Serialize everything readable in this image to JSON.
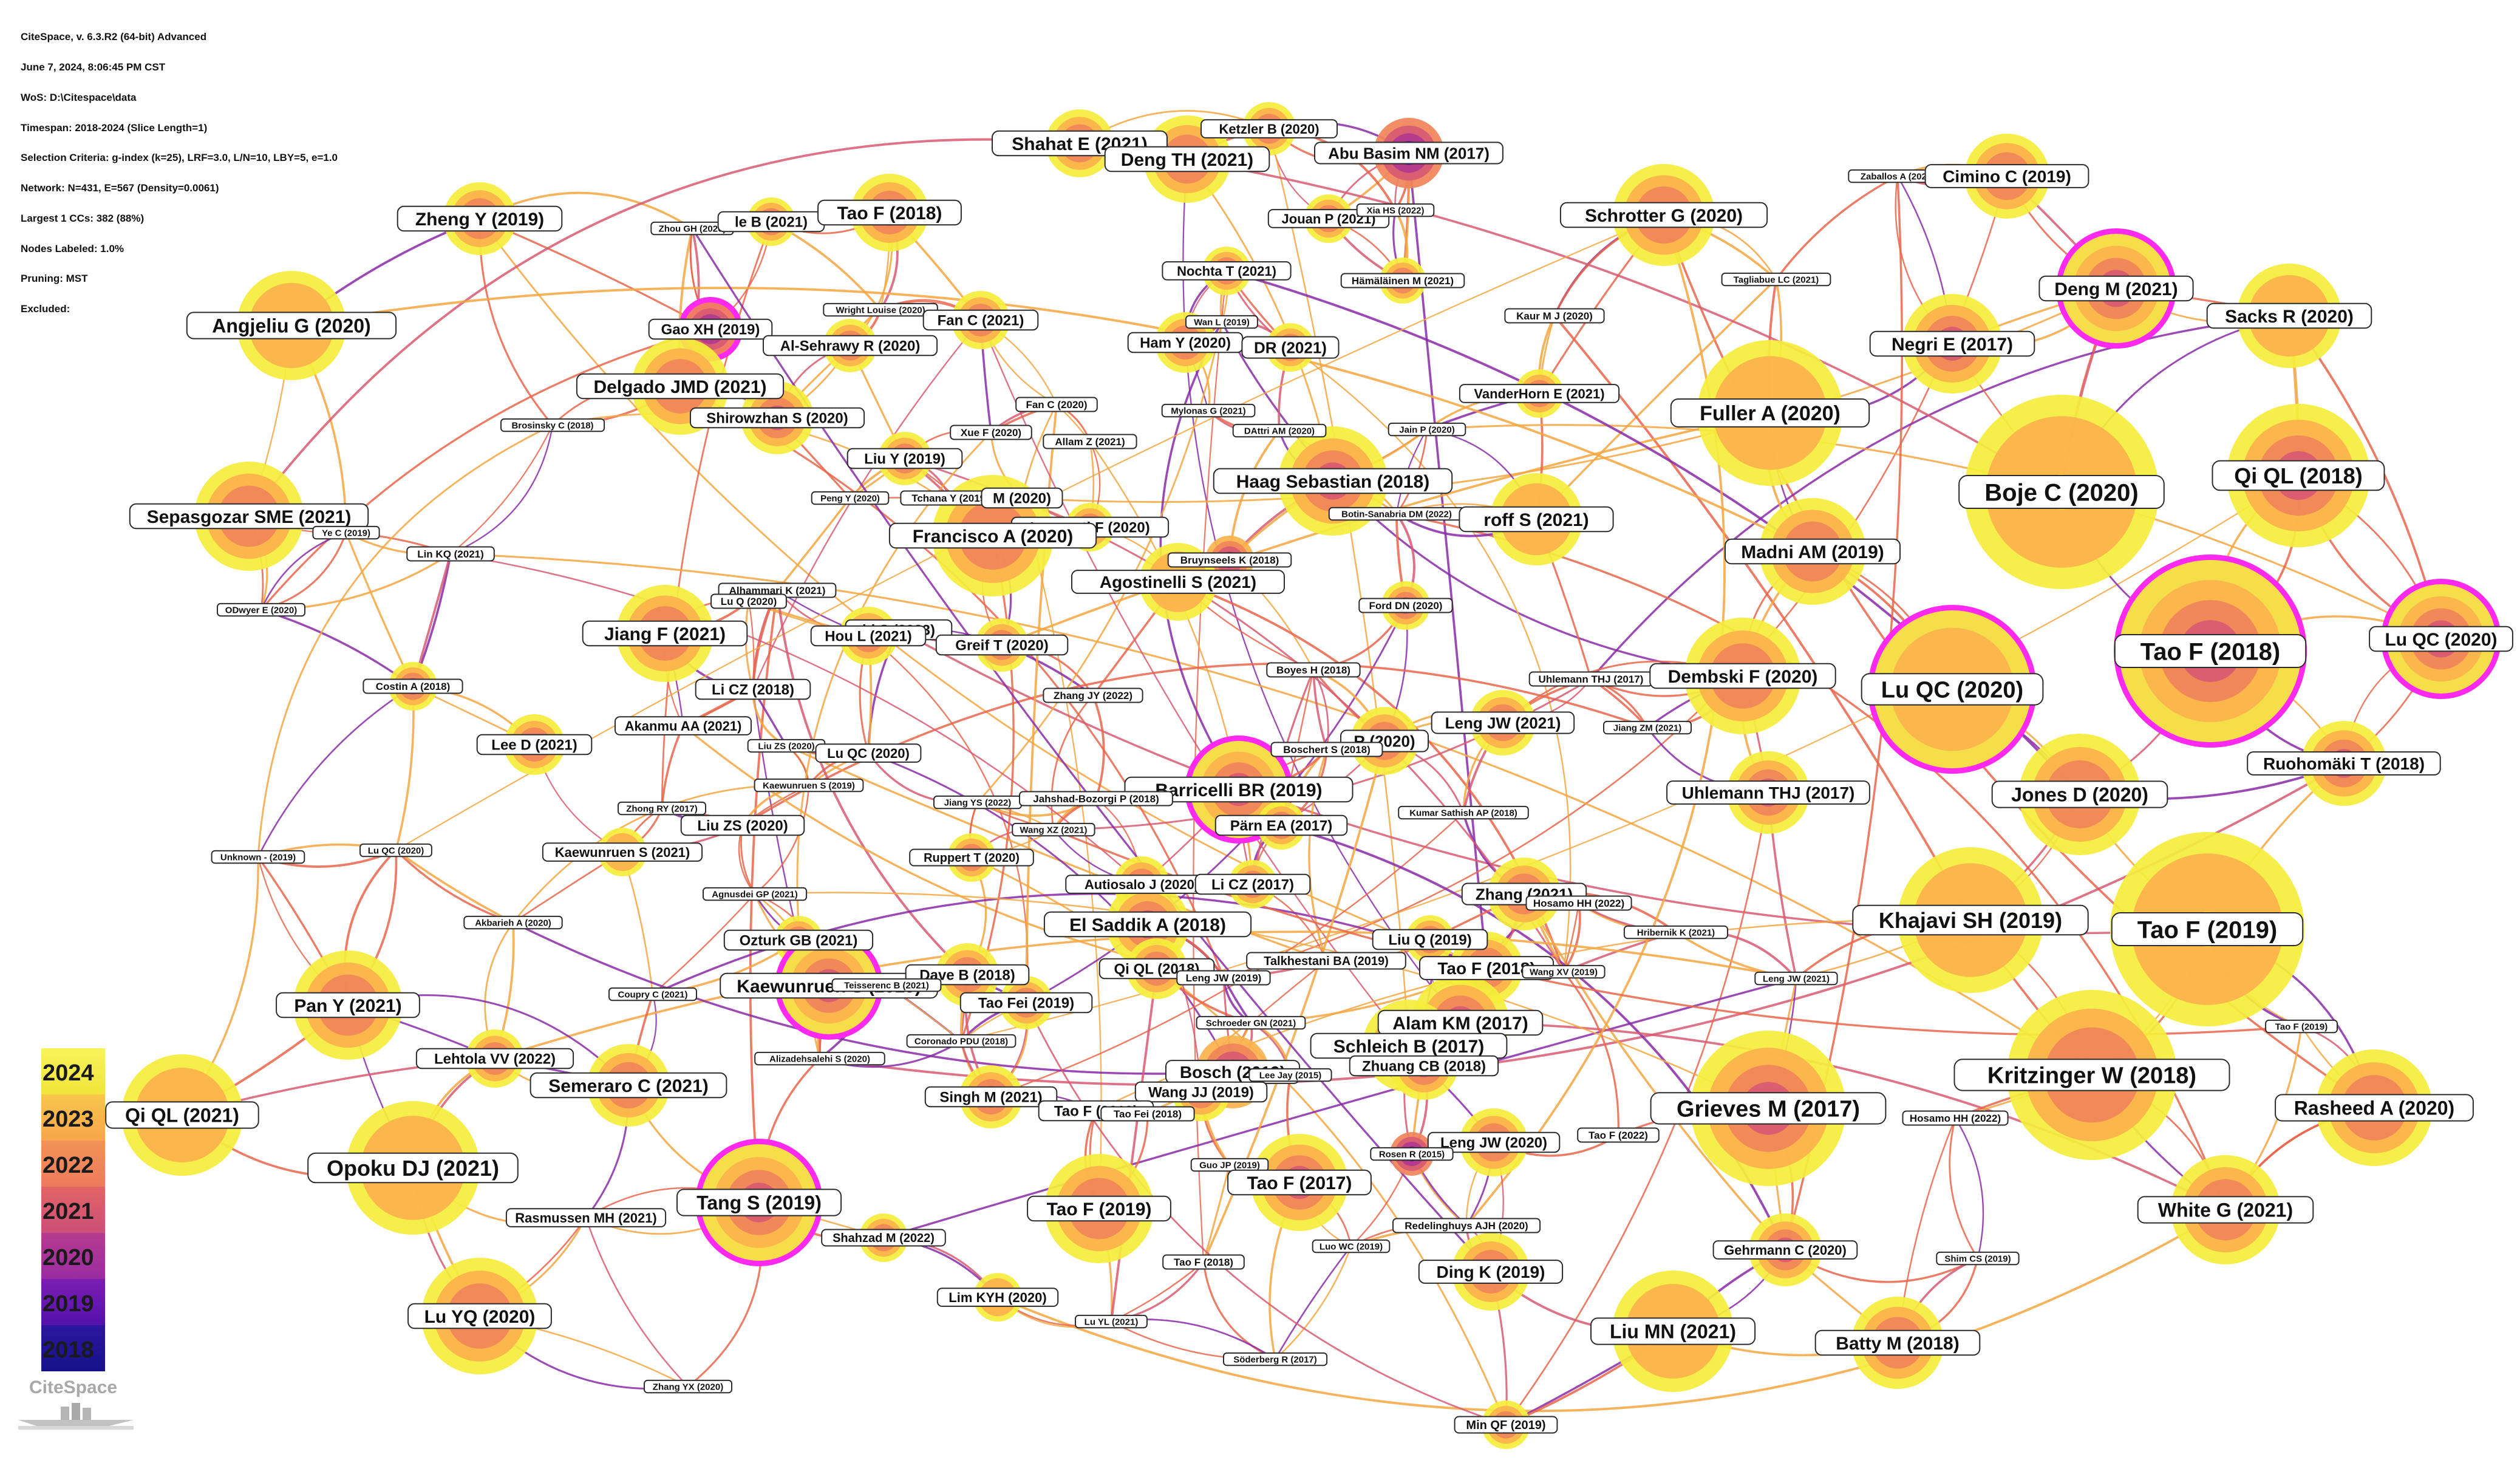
{
  "info_lines": [
    "CiteSpace, v. 6.3.R2 (64-bit) Advanced",
    "June 7, 2024, 8:06:45 PM CST",
    "WoS: D:\\Citespace\\data",
    "Timespan: 2018-2024 (Slice Length=1)",
    "Selection Criteria: g-index (k=25), LRF=3.0, L/N=10, LBY=5, e=1.0",
    "Network: N=431, E=567 (Density=0.0061)",
    "Largest 1 CCs: 382 (88%)",
    "Nodes Labeled: 1.0%",
    "Pruning: MST",
    "Excluded:"
  ],
  "legend_years": [
    "2024",
    "2023",
    "2022",
    "2021",
    "2020",
    "2019",
    "2018"
  ],
  "colors": {
    "y2024": "#f5ee3c",
    "y2023": "#fbb24c",
    "y2022": "#f0845a",
    "y2021": "#d85a72",
    "y2020": "#b23a8e",
    "y2019": "#6a18b0",
    "y2018": "#1e168c",
    "burst": "#ff29f0",
    "link_light": "#f4a640",
    "link_mid": "#e9654a",
    "link_dark": "#8a2aa8"
  },
  "logo_text": "CiteSpace",
  "nodes": [
    {
      "id": "n1",
      "label": "Shahat E (2021)"
    },
    {
      "id": "n2",
      "label": "Deng TH (2021)"
    },
    {
      "id": "n3",
      "label": "Ketzler B (2020)"
    },
    {
      "id": "n4",
      "label": "Abu Basim NM (2017)"
    },
    {
      "id": "n5",
      "label": "Zaballos A (2020)"
    },
    {
      "id": "n6",
      "label": "Cimino C (2019)"
    },
    {
      "id": "n7",
      "label": "Zheng Y (2019)"
    },
    {
      "id": "n8",
      "label": "Zhou GH (2020)"
    },
    {
      "id": "n9",
      "label": "le B (2021)"
    },
    {
      "id": "n10",
      "label": "Tao F (2018)"
    },
    {
      "id": "n11",
      "label": "Jouan P (2021)"
    },
    {
      "id": "n12",
      "label": "Xia HS (2022)"
    },
    {
      "id": "n13",
      "label": "Schrotter G (2020)"
    },
    {
      "id": "n14",
      "label": "Tagliabue LC (2021)"
    },
    {
      "id": "n15",
      "label": "Nochta T (2021)"
    },
    {
      "id": "n16",
      "label": "Hämäläinen M (2021)"
    },
    {
      "id": "n17",
      "label": "Deng M (2021)"
    },
    {
      "id": "n18",
      "label": "Sacks R (2020)"
    },
    {
      "id": "n19",
      "label": "Angjeliu G (2020)"
    },
    {
      "id": "n20",
      "label": "Gao XH (2019)"
    },
    {
      "id": "n21",
      "label": "Wright Louise (2020)"
    },
    {
      "id": "n22",
      "label": "Fan C (2021)"
    },
    {
      "id": "n23",
      "label": "Wan L (2019)"
    },
    {
      "id": "n24",
      "label": "Kaur M J (2020)"
    },
    {
      "id": "n25",
      "label": "Negri E (2017)"
    },
    {
      "id": "n26",
      "label": "Al-Sehrawy R (2020)"
    },
    {
      "id": "n27",
      "label": "Ham Y (2020)"
    },
    {
      "id": "n28",
      "label": "DR (2021)"
    },
    {
      "id": "n29",
      "label": "Delgado JMD (2021)"
    },
    {
      "id": "n30",
      "label": "VanderHorn E (2021)"
    },
    {
      "id": "n31",
      "label": "Fuller A (2020)"
    },
    {
      "id": "n32",
      "label": "Fan C (2020)"
    },
    {
      "id": "n33",
      "label": "Mylonas G (2021)"
    },
    {
      "id": "n34",
      "label": "Shirowzhan S (2020)"
    },
    {
      "id": "n35",
      "label": "Brosinsky C (2018)"
    },
    {
      "id": "n36",
      "label": "Xue F (2020)"
    },
    {
      "id": "n37",
      "label": "Allam Z (2021)"
    },
    {
      "id": "n38",
      "label": "DAttri AM (2020)"
    },
    {
      "id": "n39",
      "label": "Jain P (2020)"
    },
    {
      "id": "n40",
      "label": "Liu Y (2019)"
    },
    {
      "id": "n41",
      "label": "Haag Sebastian (2018)"
    },
    {
      "id": "n42",
      "label": "Boje C (2020)"
    },
    {
      "id": "n43",
      "label": "Qi QL (2018)"
    },
    {
      "id": "n44",
      "label": "Peng Y (2020)"
    },
    {
      "id": "n45",
      "label": "Tchana Y (2019)"
    },
    {
      "id": "n46",
      "label": "M (2020)"
    },
    {
      "id": "n47",
      "label": "Sepasgozar SME (2021)"
    },
    {
      "id": "n48",
      "label": "Ye C (2019)"
    },
    {
      "id": "n49",
      "label": "Botin-Sanabria DM (2022)"
    },
    {
      "id": "n50",
      "label": "roff S (2021)"
    },
    {
      "id": "n51",
      "label": "Laamarti F (2020)"
    },
    {
      "id": "n52",
      "label": "Francisco A (2020)"
    },
    {
      "id": "n53",
      "label": "Lin KQ (2021)"
    },
    {
      "id": "n54",
      "label": "Bruynseels K (2018)"
    },
    {
      "id": "n55",
      "label": "Madni AM (2019)"
    },
    {
      "id": "n56",
      "label": "Agostinelli S (2021)"
    },
    {
      "id": "n57",
      "label": "Alhammari K (2021)"
    },
    {
      "id": "n58",
      "label": "ODwyer E (2020)"
    },
    {
      "id": "n59",
      "label": "Lu Q (2020)"
    },
    {
      "id": "n60",
      "label": "Ford DN (2020)"
    },
    {
      "id": "n61",
      "label": "Lu QC (2020)"
    },
    {
      "id": "n62",
      "label": "Jiang F (2021)"
    },
    {
      "id": "n63",
      "label": "hi S (2023)"
    },
    {
      "id": "n64",
      "label": "Hou L (2021)"
    },
    {
      "id": "n65",
      "label": "Greif T (2020)"
    },
    {
      "id": "n66",
      "label": "Tao F (2018)"
    },
    {
      "id": "n67",
      "label": "Costin A (2018)"
    },
    {
      "id": "n68",
      "label": "Li CZ (2018)"
    },
    {
      "id": "n69",
      "label": "Boyes H (2018)"
    },
    {
      "id": "n70",
      "label": "Uhlemann THJ (2017)"
    },
    {
      "id": "n71",
      "label": "Dembski F (2020)"
    },
    {
      "id": "n72",
      "label": "Lu QC (2020)"
    },
    {
      "id": "n73",
      "label": "Zhang JY (2022)"
    },
    {
      "id": "n74",
      "label": "Akanmu AA (2021)"
    },
    {
      "id": "n75",
      "label": "Leng JW (2021)"
    },
    {
      "id": "n76",
      "label": "Jiang ZM (2021)"
    },
    {
      "id": "n77",
      "label": "Lee D (2021)"
    },
    {
      "id": "n78",
      "label": "Liu ZS (2020)"
    },
    {
      "id": "n79",
      "label": "Lu QC (2020)"
    },
    {
      "id": "n80",
      "label": "R (2020)"
    },
    {
      "id": "n81",
      "label": "Boschert S (2018)"
    },
    {
      "id": "n82",
      "label": "Ruohomäki T (2018)"
    },
    {
      "id": "n83",
      "label": "Kaewunruen S (2019)"
    },
    {
      "id": "n84",
      "label": "Barricelli BR (2019)"
    },
    {
      "id": "n85",
      "label": "Jones D (2020)"
    },
    {
      "id": "n86",
      "label": "Zhong RY (2017)"
    },
    {
      "id": "n87",
      "label": "Jiang YS (2022)"
    },
    {
      "id": "n88",
      "label": "Jahshad-Bozorgi P (2018)"
    },
    {
      "id": "n89",
      "label": "Uhlemann THJ (2017)"
    },
    {
      "id": "n90",
      "label": "Liu ZS (2020)"
    },
    {
      "id": "n91",
      "label": "Wang XZ (2021)"
    },
    {
      "id": "n92",
      "label": "Kumar Sathish AP (2018)"
    },
    {
      "id": "n93",
      "label": "Pärn EA (2017)"
    },
    {
      "id": "n94",
      "label": "Unknown - (2019)"
    },
    {
      "id": "n95",
      "label": "Lu QC (2020)"
    },
    {
      "id": "n96",
      "label": "Kaewunruen S (2021)"
    },
    {
      "id": "n97",
      "label": "Ruppert T (2020)"
    },
    {
      "id": "n98",
      "label": "Autiosalo J (2020)"
    },
    {
      "id": "n99",
      "label": "Li CZ (2017)"
    },
    {
      "id": "n100",
      "label": "Zhang (2021)"
    },
    {
      "id": "n101",
      "label": "Hosamo HH (2022)"
    },
    {
      "id": "n102",
      "label": "Khajavi SH (2019)"
    },
    {
      "id": "n103",
      "label": "Agnusdei GP (2021)"
    },
    {
      "id": "n104",
      "label": "Tao F (2019)"
    },
    {
      "id": "n105",
      "label": "Akbarieh A (2020)"
    },
    {
      "id": "n106",
      "label": "El Saddik A (2018)"
    },
    {
      "id": "n107",
      "label": "Hribernik K (2021)"
    },
    {
      "id": "n108",
      "label": "Ozturk GB (2021)"
    },
    {
      "id": "n109",
      "label": "Liu Q (2019)"
    },
    {
      "id": "n110",
      "label": "Talkhestani BA (2019)"
    },
    {
      "id": "n111",
      "label": "Kaewunruen S (2019)"
    },
    {
      "id": "n112",
      "label": "Dave B (2018)"
    },
    {
      "id": "n113",
      "label": "Teisserenc B (2021)"
    },
    {
      "id": "n114",
      "label": "Tao F (2018)"
    },
    {
      "id": "n115",
      "label": "Wang XV (2019)"
    },
    {
      "id": "n116",
      "label": "Leng JW (2021)"
    },
    {
      "id": "n117",
      "label": "Qi QL (2018)"
    },
    {
      "id": "n118",
      "label": "Leng JW (2019)"
    },
    {
      "id": "n119",
      "label": "Pan Y (2021)"
    },
    {
      "id": "n120",
      "label": "Coupry C (2021)"
    },
    {
      "id": "n121",
      "label": "Tao Fei (2019)"
    },
    {
      "id": "n122",
      "label": "Alam KM (2017)"
    },
    {
      "id": "n123",
      "label": "Schroeder GN (2021)"
    },
    {
      "id": "n124",
      "label": "Coronado PDU (2018)"
    },
    {
      "id": "n125",
      "label": "Schleich B (2017)"
    },
    {
      "id": "n126",
      "label": "Lehtola VV (2022)"
    },
    {
      "id": "n127",
      "label": "Alizadehsalehi S (2020)"
    },
    {
      "id": "n128",
      "label": "Kritzinger W (2018)"
    },
    {
      "id": "n129",
      "label": "Bosch (2019)"
    },
    {
      "id": "n130",
      "label": "Lee Jay (2015)"
    },
    {
      "id": "n131",
      "label": "Zhuang CB (2018)"
    },
    {
      "id": "n132",
      "label": "Semeraro C (2021)"
    },
    {
      "id": "n133",
      "label": "Wang JJ (2019)"
    },
    {
      "id": "n134",
      "label": "Qi QL (2021)"
    },
    {
      "id": "n135",
      "label": "Singh M (2021)"
    },
    {
      "id": "n136",
      "label": "Tao F (2019)"
    },
    {
      "id": "n137",
      "label": "Tao Fei (2018)"
    },
    {
      "id": "n138",
      "label": "Grieves M (2017)"
    },
    {
      "id": "n139",
      "label": "Rasheed A (2020)"
    },
    {
      "id": "n140",
      "label": "Hosamo HH (2022)"
    },
    {
      "id": "n141",
      "label": "Opoku DJ (2021)"
    },
    {
      "id": "n142",
      "label": "Tao F (2022)"
    },
    {
      "id": "n143",
      "label": "Leng JW (2020)"
    },
    {
      "id": "n144",
      "label": "Guo JP (2019)"
    },
    {
      "id": "n145",
      "label": "Rosen R (2015)"
    },
    {
      "id": "n146",
      "label": "Tao F (2017)"
    },
    {
      "id": "n147",
      "label": "Tang S (2019)"
    },
    {
      "id": "n148",
      "label": "Rasmussen MH (2021)"
    },
    {
      "id": "n149",
      "label": "Tao F (2019)"
    },
    {
      "id": "n150",
      "label": "White G (2021)"
    },
    {
      "id": "n151",
      "label": "Redelinghuys AJH (2020)"
    },
    {
      "id": "n152",
      "label": "Shahzad M (2022)"
    },
    {
      "id": "n153",
      "label": "Luo WC (2019)"
    },
    {
      "id": "n154",
      "label": "Gehrmann C (2020)"
    },
    {
      "id": "n155",
      "label": "Shim CS (2019)"
    },
    {
      "id": "n156",
      "label": "Tao F (2018)"
    },
    {
      "id": "n157",
      "label": "Ding K (2019)"
    },
    {
      "id": "n158",
      "label": "Lim KYH (2020)"
    },
    {
      "id": "n159",
      "label": "Lu YQ (2020)"
    },
    {
      "id": "n160",
      "label": "Lu YL (2021)"
    },
    {
      "id": "n161",
      "label": "Liu MN (2021)"
    },
    {
      "id": "n162",
      "label": "Batty M (2018)"
    },
    {
      "id": "n163",
      "label": "Söderberg R (2017)"
    },
    {
      "id": "n164",
      "label": "Zhang YX (2020)"
    },
    {
      "id": "n165",
      "label": "Min QF (2019)"
    },
    {
      "id": "n166",
      "label": "Tao F (2019)"
    }
  ]
}
